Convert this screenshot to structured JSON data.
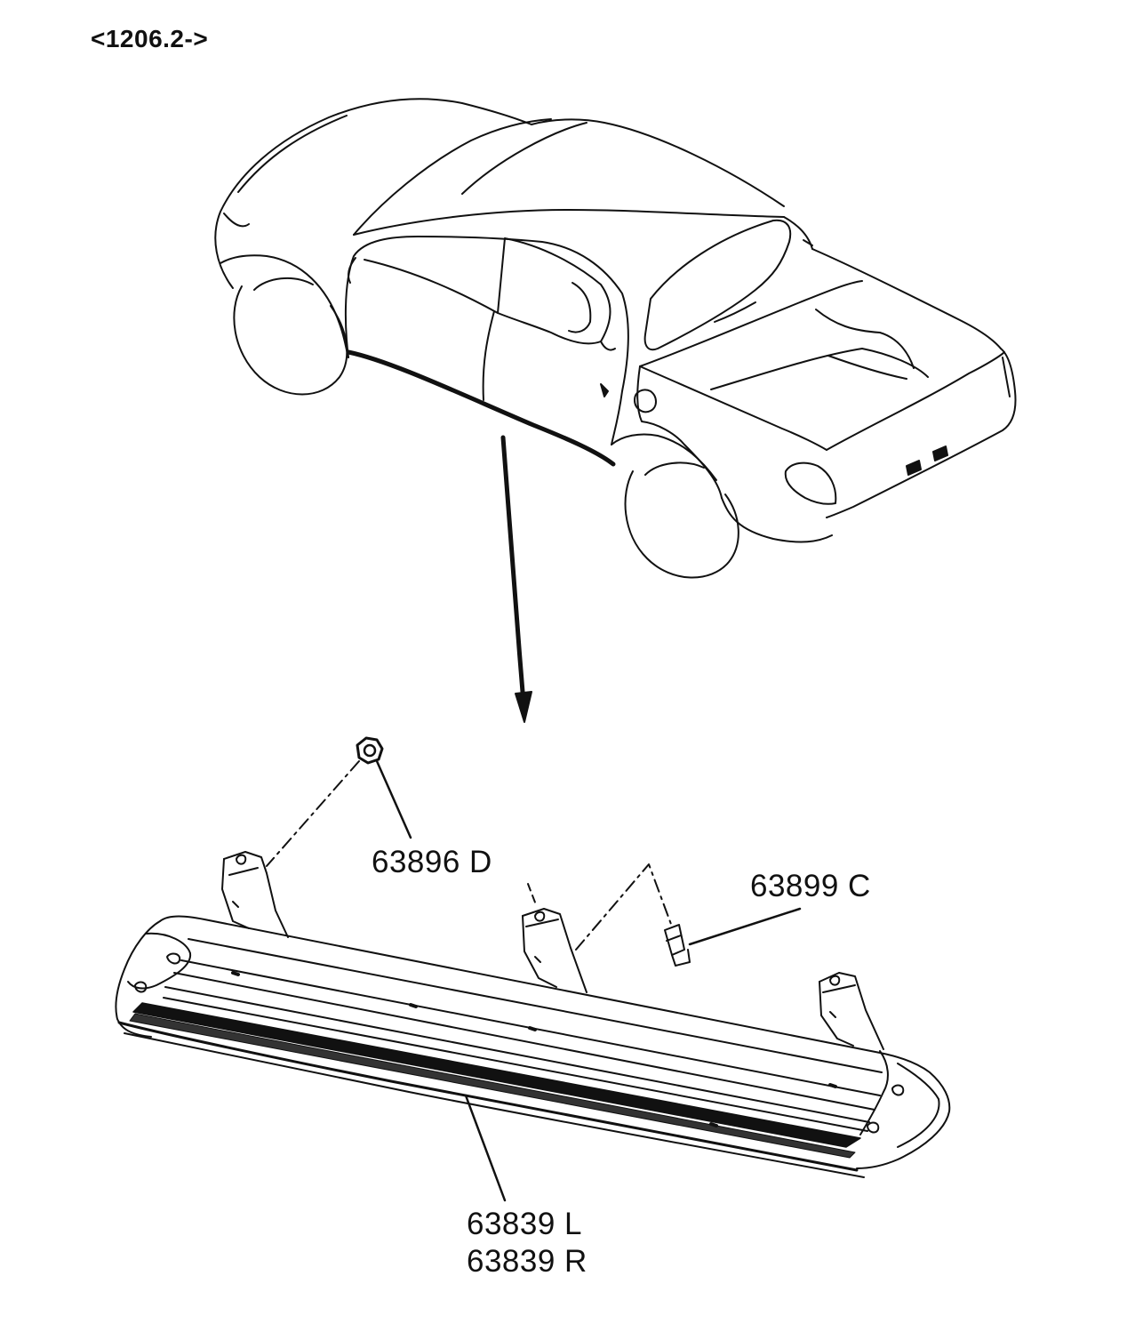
{
  "section_id": "<1206.2->",
  "parts": {
    "nut": "63896 D",
    "bolt": "63899 C",
    "running_board_left": "63839 L",
    "running_board_right": "63839 R"
  },
  "colors": {
    "ink": "#111111",
    "background": "#ffffff"
  }
}
